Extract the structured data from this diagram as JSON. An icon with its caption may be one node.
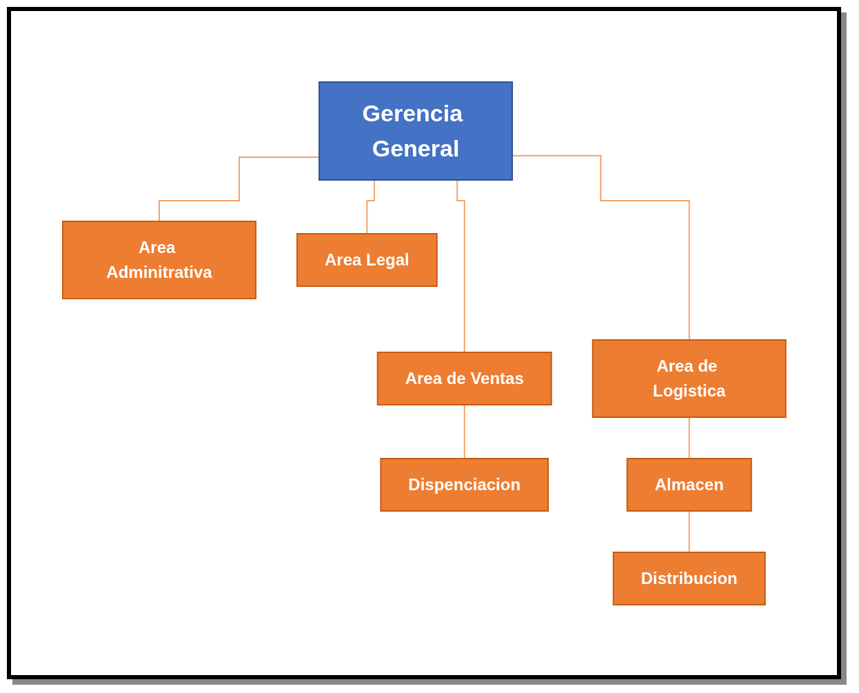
{
  "diagram": {
    "nodes": [
      {
        "text": [
          "Gerencia General"
        ]
      },
      {
        "text": [
          "Area Adminitrativa"
        ]
      },
      {
        "text": [
          "Area Legal"
        ]
      },
      {
        "text": [
          "Area de Ventas"
        ]
      },
      {
        "text": [
          "Dispenciacion"
        ]
      },
      {
        "text": [
          "Area de Logistica"
        ]
      },
      {
        "text": [
          "Almacen"
        ]
      },
      {
        "text": [
          "Distribucion"
        ]
      }
    ],
    "edges": [
      {
        "from": 0,
        "to": 1,
        "arrow": "none"
      },
      {
        "from": 0,
        "to": 2,
        "arrow": "none"
      },
      {
        "from": 0,
        "to": 3,
        "arrow": "none"
      },
      {
        "from": 0,
        "to": 5,
        "arrow": "none"
      },
      {
        "from": 3,
        "to": 4,
        "arrow": "none"
      },
      {
        "from": 5,
        "to": 6,
        "arrow": "none"
      },
      {
        "from": 6,
        "to": 7,
        "arrow": "none"
      }
    ]
  }
}
